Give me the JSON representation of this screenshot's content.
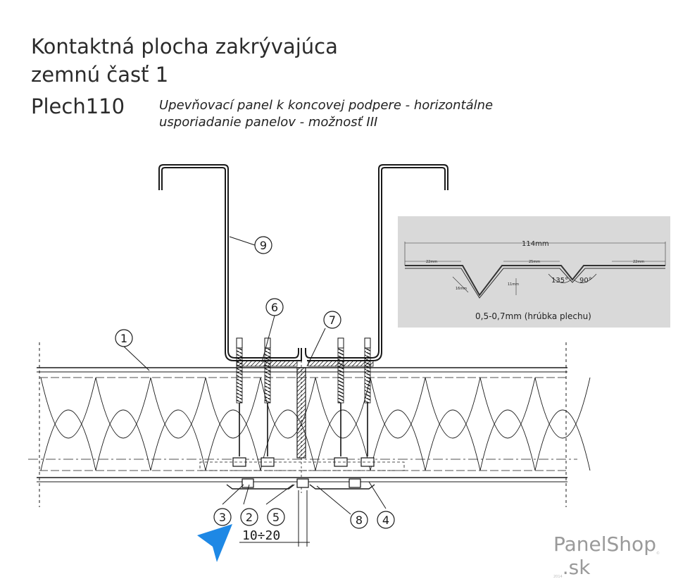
{
  "title": {
    "line1": "Kontaktná plocha zakrývajúca",
    "line2": "zemnú časť 1",
    "code": "Plech110"
  },
  "subtitle": {
    "line1": "Upevňovací panel k koncovej podpere - horizontálne",
    "line2": "usporiadanie panelov - možnosť III"
  },
  "inset": {
    "total_width": "114mm",
    "left_flange": "22mm",
    "middle_flange": "25mm",
    "right_flange": "22mm",
    "slant": "16mm",
    "depth": "11mm",
    "angle_a": "135°",
    "angle_b": "90°",
    "thickness": "0,5-0,7mm (hrúbka plechu)"
  },
  "callouts": [
    "1",
    "2",
    "3",
    "4",
    "5",
    "6",
    "7",
    "8",
    "9"
  ],
  "dimension": "10÷20",
  "brand": {
    "name": "PanelShop",
    "tld": ".sk",
    "tag": "© 2014"
  },
  "colors": {
    "line": "#1a1a1a",
    "accent": "#1e88e5",
    "inset_bg": "#d9d9d9"
  }
}
